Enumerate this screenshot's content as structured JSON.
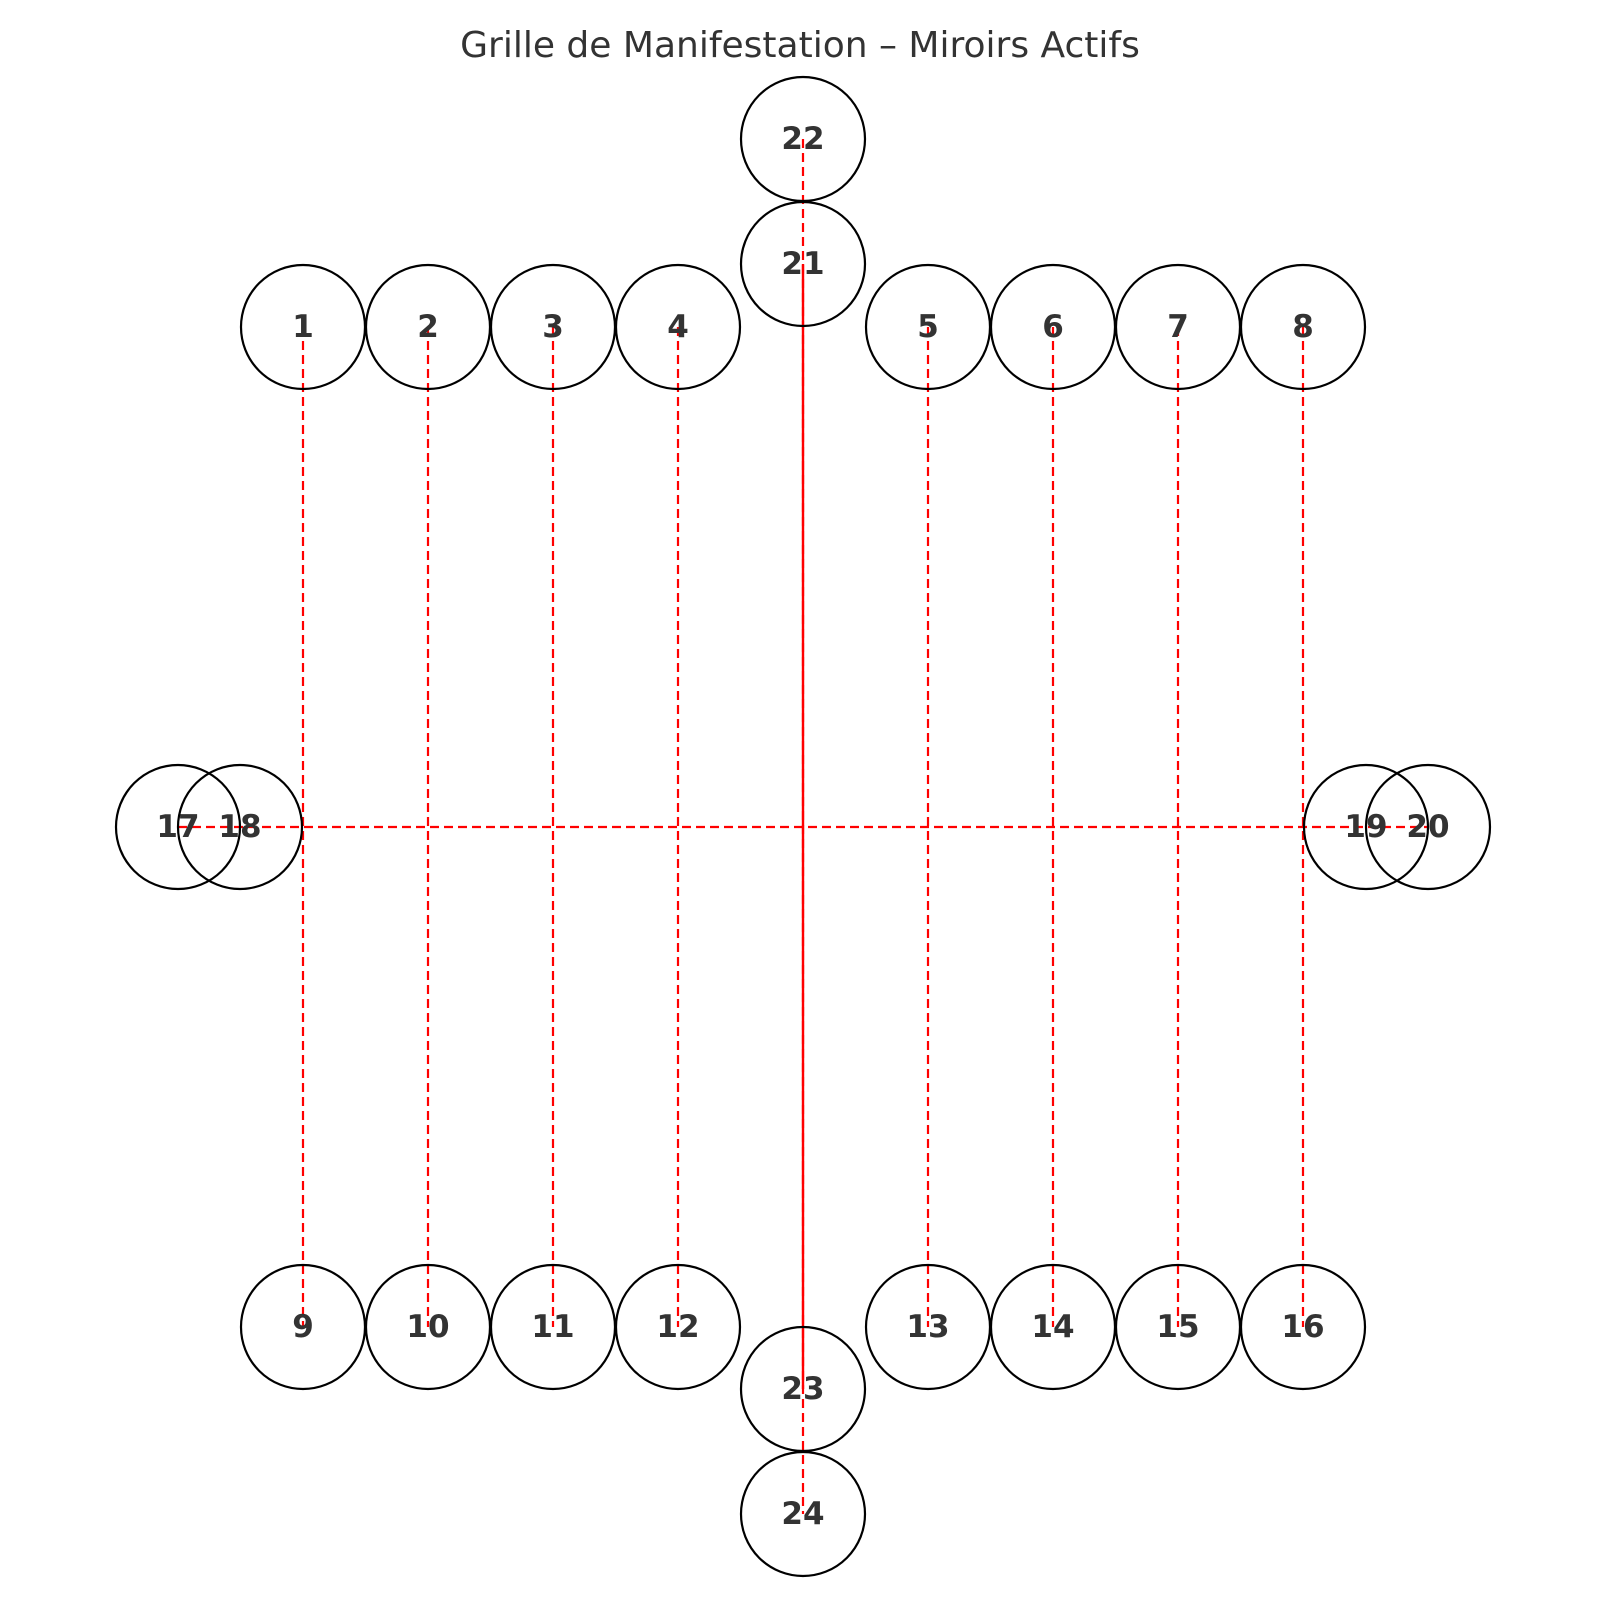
{
  "title": "Grille de Manifestation – Miroirs Actifs",
  "colors": {
    "circle_stroke": "#000000",
    "label_text": "#333333",
    "link_line": "#ff0000",
    "background": "#ffffff"
  },
  "mirrors": [
    {
      "label": "1"
    },
    {
      "label": "2"
    },
    {
      "label": "3"
    },
    {
      "label": "4"
    },
    {
      "label": "5"
    },
    {
      "label": "6"
    },
    {
      "label": "7"
    },
    {
      "label": "8"
    },
    {
      "label": "9"
    },
    {
      "label": "10"
    },
    {
      "label": "11"
    },
    {
      "label": "12"
    },
    {
      "label": "13"
    },
    {
      "label": "14"
    },
    {
      "label": "15"
    },
    {
      "label": "16"
    },
    {
      "label": "17"
    },
    {
      "label": "18"
    },
    {
      "label": "19"
    },
    {
      "label": "20"
    },
    {
      "label": "21"
    },
    {
      "label": "22"
    },
    {
      "label": "23"
    },
    {
      "label": "24"
    }
  ],
  "links": [
    {
      "from": "1",
      "to": "9",
      "style": "dashed"
    },
    {
      "from": "2",
      "to": "10",
      "style": "dashed"
    },
    {
      "from": "3",
      "to": "11",
      "style": "dashed"
    },
    {
      "from": "4",
      "to": "12",
      "style": "dashed"
    },
    {
      "from": "5",
      "to": "13",
      "style": "dashed"
    },
    {
      "from": "6",
      "to": "14",
      "style": "dashed"
    },
    {
      "from": "7",
      "to": "15",
      "style": "dashed"
    },
    {
      "from": "8",
      "to": "16",
      "style": "dashed"
    },
    {
      "from": "17",
      "to": "20",
      "style": "dashed"
    },
    {
      "from": "22",
      "to": "24",
      "style": "dashed"
    },
    {
      "from": "21",
      "to": "23",
      "style": "solid"
    }
  ]
}
